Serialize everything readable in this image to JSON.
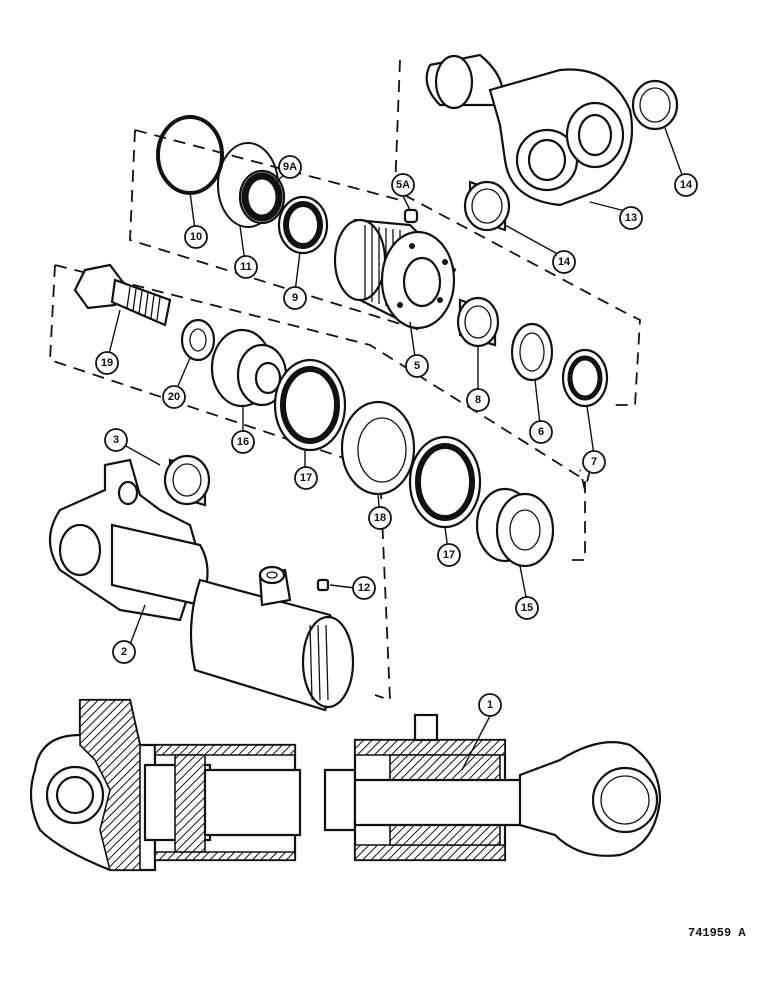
{
  "document_number": "741959 A",
  "callouts": [
    "1",
    "2",
    "3",
    "5",
    "5A",
    "6",
    "7",
    "8",
    "9",
    "9A",
    "10",
    "11",
    "12",
    "13",
    "14",
    "14",
    "15",
    "16",
    "17",
    "17",
    "18",
    "19",
    "20"
  ]
}
